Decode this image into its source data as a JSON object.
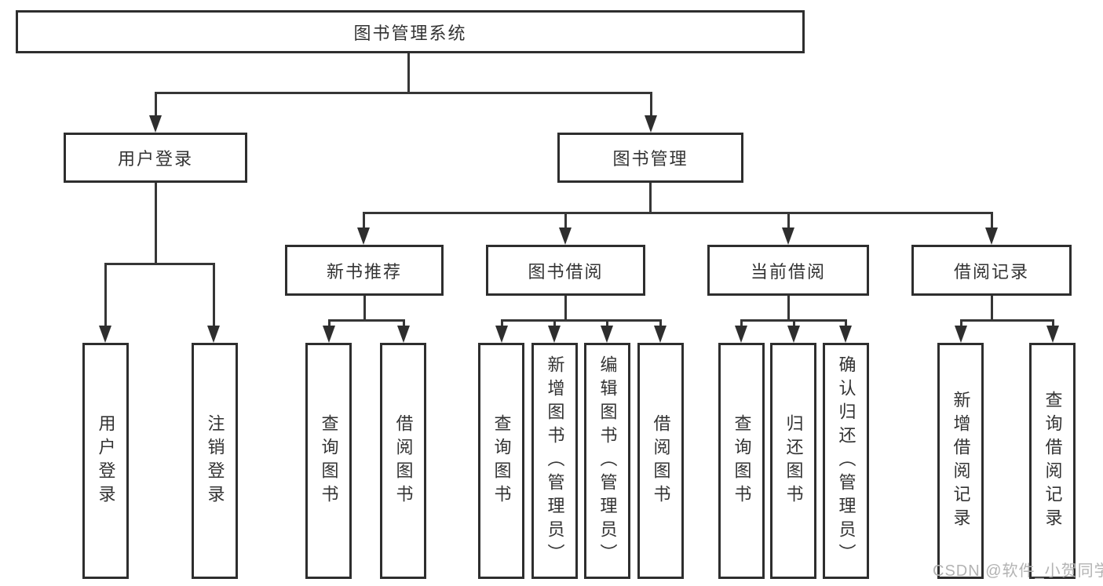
{
  "tree": {
    "root": {
      "label": "图书管理系统",
      "children": [
        {
          "label": "用户登录",
          "children": [
            {
              "label": "用户登录"
            },
            {
              "label": "注销登录"
            }
          ]
        },
        {
          "label": "图书管理",
          "children": [
            {
              "label": "新书推荐",
              "children": [
                {
                  "label": "查询图书"
                },
                {
                  "label": "借阅图书"
                }
              ]
            },
            {
              "label": "图书借阅",
              "children": [
                {
                  "label": "查询图书"
                },
                {
                  "label": "新增图书（管理员）"
                },
                {
                  "label": "编辑图书（管理员）"
                },
                {
                  "label": "借阅图书"
                }
              ]
            },
            {
              "label": "当前借阅",
              "children": [
                {
                  "label": "查询图书"
                },
                {
                  "label": "归还图书"
                },
                {
                  "label": "确认归还（管理员）"
                }
              ]
            },
            {
              "label": "借阅记录",
              "children": [
                {
                  "label": "新增借阅记录"
                },
                {
                  "label": "查询借阅记录"
                }
              ]
            }
          ]
        }
      ]
    }
  },
  "watermark": {
    "text": "CSDN @软件_小贺同学"
  },
  "colors": {
    "box_border": "#2e2e2e",
    "connector_line": "#363636",
    "text": "#333333",
    "watermark_text": "#b3b3b3",
    "background": "#ffffff"
  }
}
